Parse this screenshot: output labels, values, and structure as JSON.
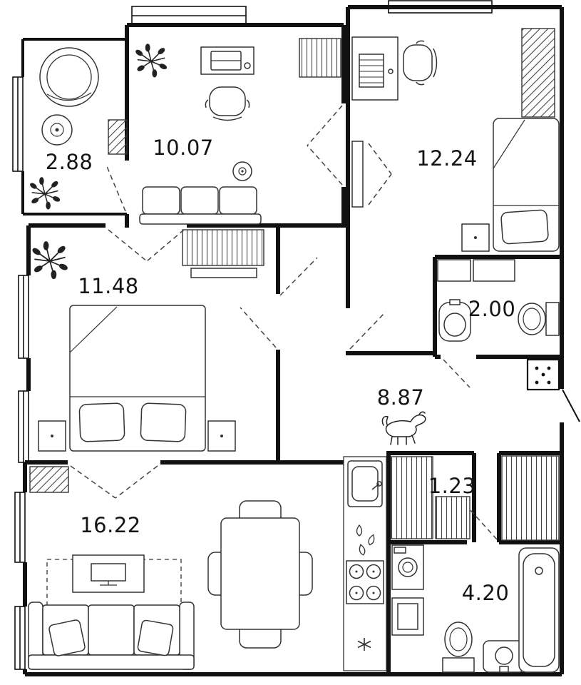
{
  "plan": {
    "title": "Apartment floor plan",
    "rooms": [
      {
        "name": "balcony",
        "area": "2.88"
      },
      {
        "name": "room-10",
        "area": "10.07"
      },
      {
        "name": "room-12",
        "area": "12.24"
      },
      {
        "name": "bedroom",
        "area": "11.48"
      },
      {
        "name": "wc-small",
        "area": "2.00"
      },
      {
        "name": "hallway",
        "area": "8.87"
      },
      {
        "name": "closet",
        "area": "1.23"
      },
      {
        "name": "living-kitchen",
        "area": "16.22"
      },
      {
        "name": "bathroom",
        "area": "4.20"
      }
    ],
    "colors": {
      "wall": "#111111",
      "line": "#333333",
      "text": "#141414",
      "background": "#ffffff"
    }
  }
}
